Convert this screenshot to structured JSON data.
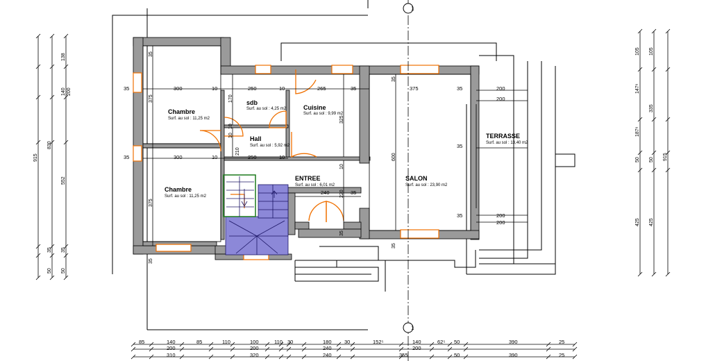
{
  "rooms": {
    "chambre1": {
      "name": "Chambre",
      "surface": "Surf. au sol : 11,25 m2"
    },
    "chambre2": {
      "name": "Chambre",
      "surface": "Surf. au sol : 11,25 m2"
    },
    "sdb": {
      "name": "sdb",
      "surface": "Surf. au sol : 4,25 m2"
    },
    "hall": {
      "name": "Hall",
      "surface": "Surf. au sol : 5,92 m2"
    },
    "cuisine": {
      "name": "Cuisine",
      "surface": "Surf. au sol : 9,99 m2"
    },
    "entree": {
      "name": "ENTREE",
      "surface": "Surf. au sol : 6,01 m2"
    },
    "salon": {
      "name": "SALON",
      "surface": "Surf. au sol : 23,90 m2"
    },
    "terrasse": {
      "name": "TERRASSE",
      "surface": "Surf. au sol : 13,40 m2"
    }
  },
  "section_marks": {
    "top": "1",
    "bottom": "1"
  },
  "dims": {
    "top_row": [
      "35",
      "300",
      "10",
      "250",
      "10",
      "265",
      "35",
      "375"
    ],
    "mid_row": [
      "35",
      "300",
      "10",
      "250",
      "10"
    ],
    "v_chambre": [
      "35",
      "375"
    ],
    "v_chambre2": "375",
    "v_bottom": "35",
    "v_sdb": "170",
    "v_hall": [
      "10",
      "10",
      "210"
    ],
    "v_cuisine": "325",
    "v_entree": [
      "10",
      "220",
      "35"
    ],
    "v_salon": [
      "35",
      "600",
      "35"
    ],
    "entree_h": [
      "240",
      "35"
    ],
    "salon_side": [
      "35",
      "35",
      "35"
    ],
    "terrace_h": [
      "200",
      "200",
      "200",
      "200"
    ],
    "bottom_row1": [
      "85",
      "140",
      "85",
      "110",
      "100",
      "110",
      "30",
      "180",
      "30",
      "152⁵",
      "140",
      "62⁵",
      "50",
      "390",
      "25"
    ],
    "bottom_row2": [
      "200",
      "200",
      "240",
      "200"
    ],
    "bottom_row3": [
      "310",
      "320",
      "240",
      "355",
      "50",
      "390",
      "25"
    ],
    "left_chain1": [
      "138",
      "140",
      "552",
      "35",
      "50"
    ],
    "left_chain2": [
      "200",
      "35",
      "50"
    ],
    "left_totals": [
      "915",
      "830"
    ],
    "right_chain1": [
      "105",
      "147⁶",
      "187⁶",
      "50",
      "425"
    ],
    "right_chain2": [
      "105",
      "335",
      "50",
      "425"
    ],
    "right_total": "915"
  }
}
